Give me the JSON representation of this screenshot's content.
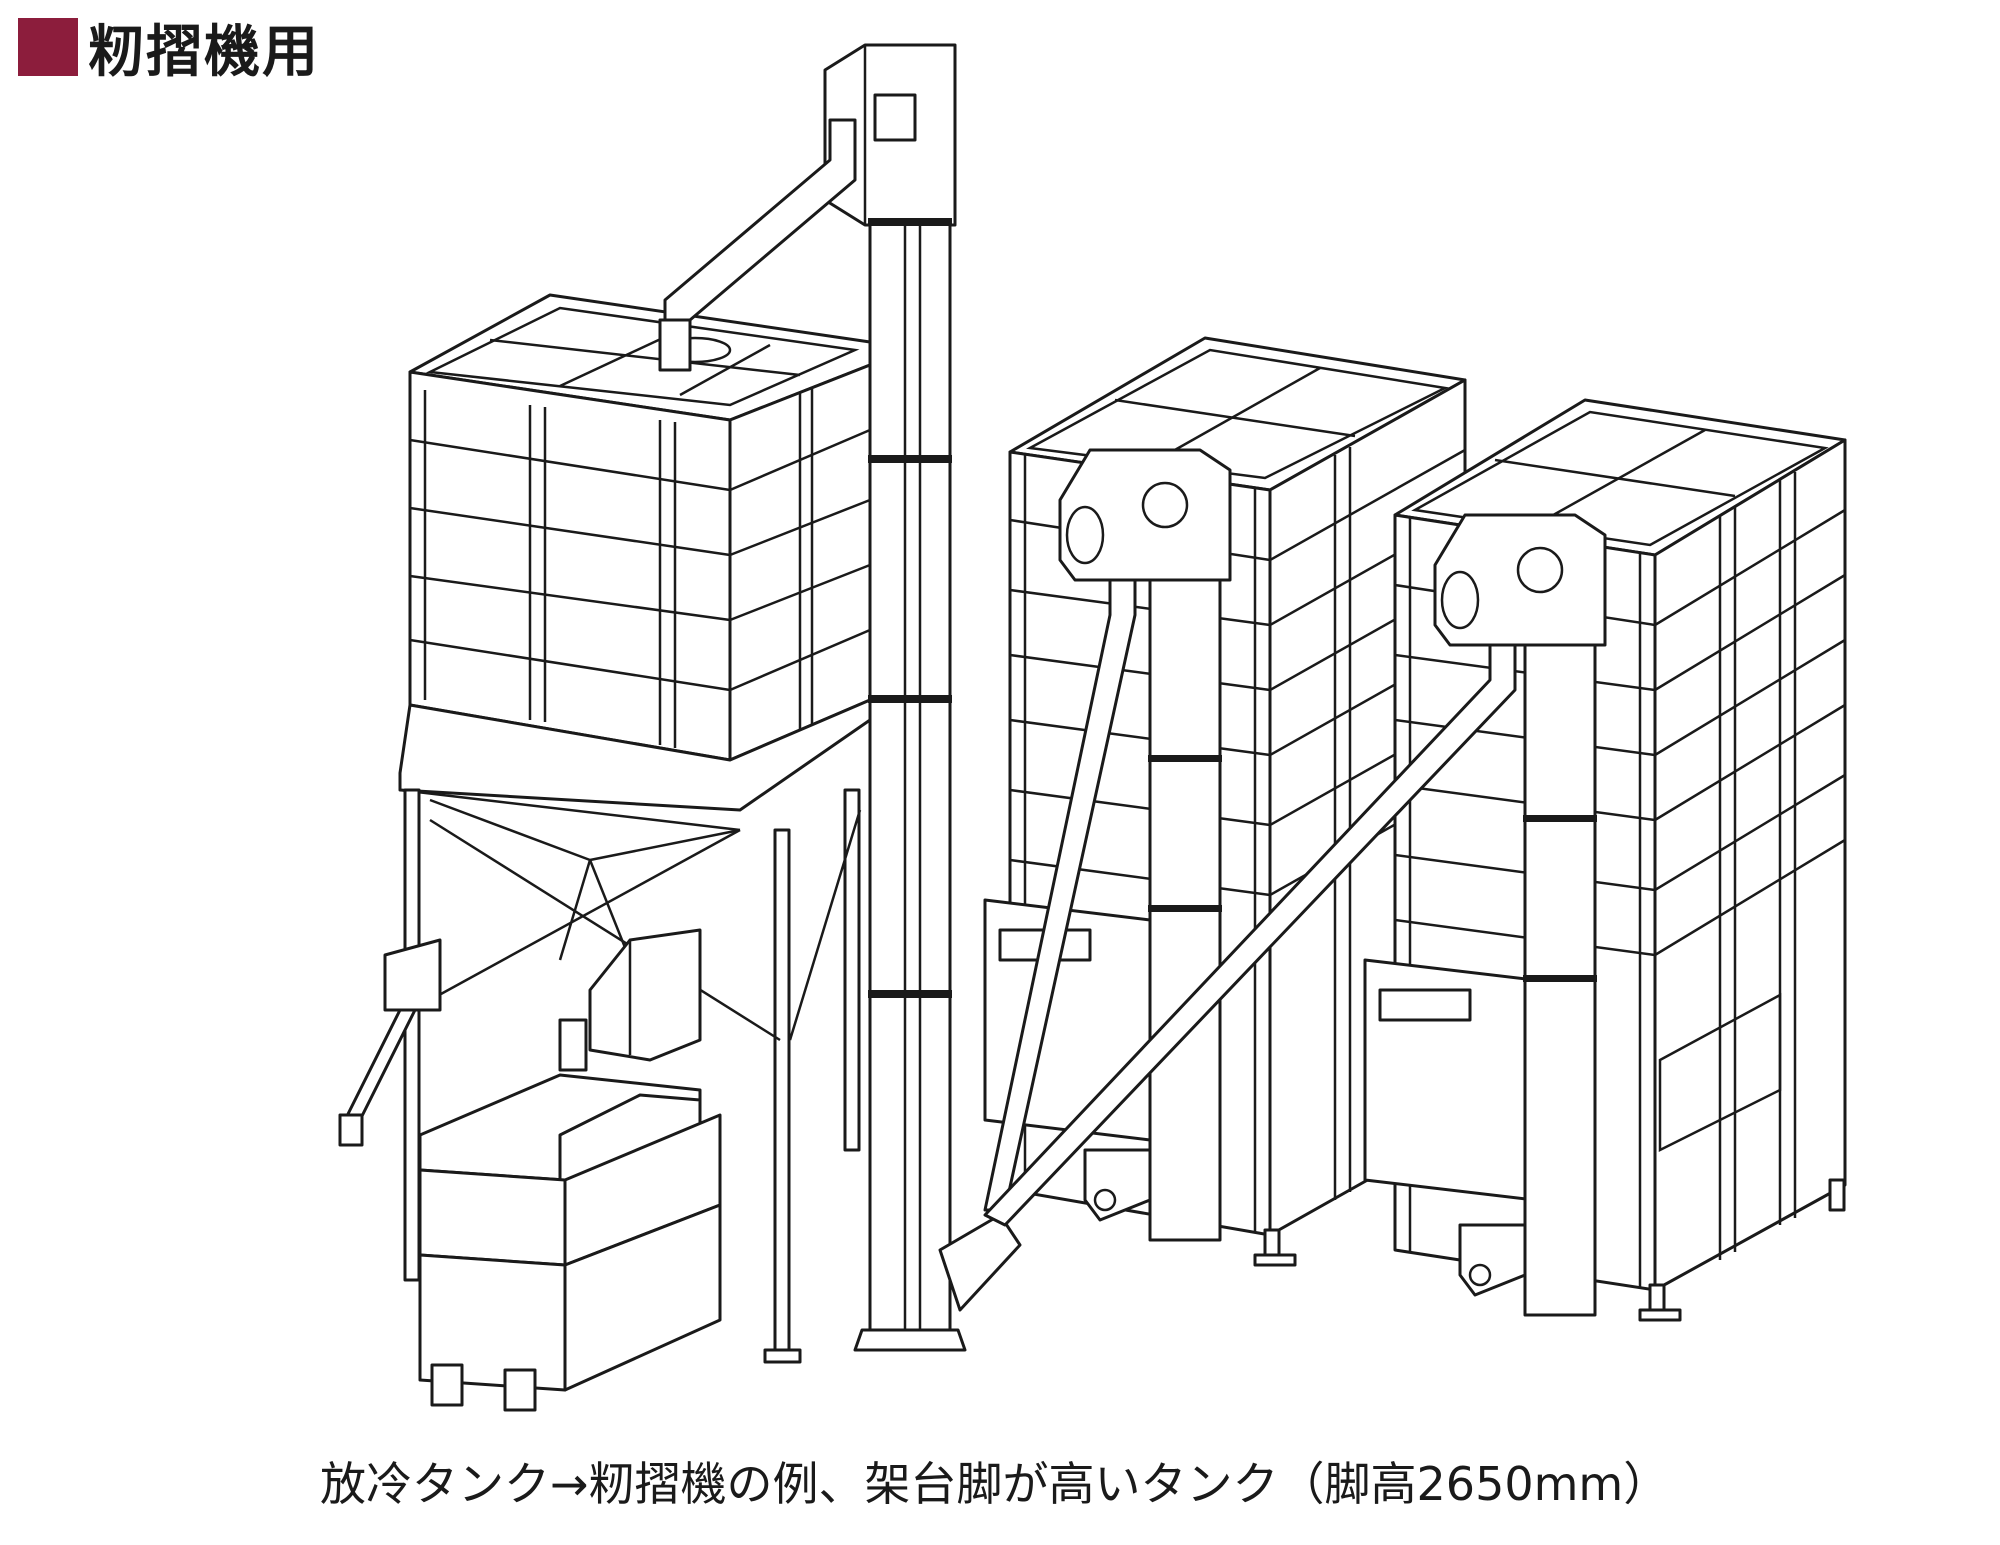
{
  "heading": {
    "text": "籾摺機用",
    "marker_color": "#8c1d3c"
  },
  "caption": {
    "text": "放冷タンク→籾摺機の例、架台脚が高いタンク（脚高2650mm）"
  },
  "illustration": {
    "subject": "line drawing: cooling tanks, bucket elevators and husker",
    "line_color": "#1a1a1a"
  }
}
